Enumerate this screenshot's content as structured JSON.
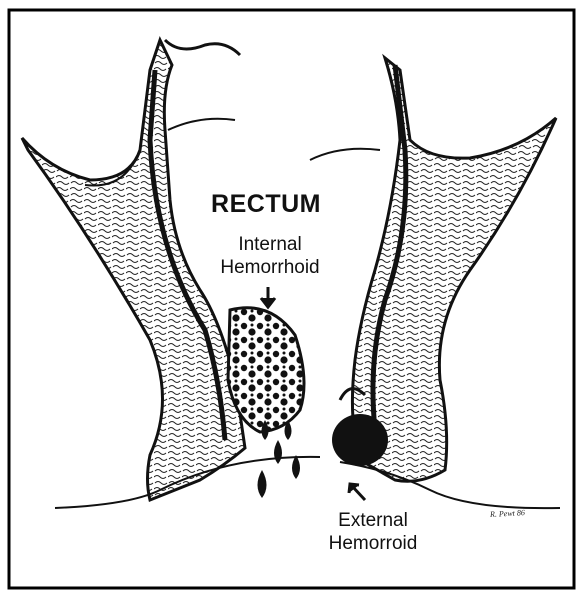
{
  "diagram": {
    "title": "RECTUM",
    "labels": {
      "internal_line1": "Internal",
      "internal_line2": "Hemorrhoid",
      "external_line1": "External",
      "external_line2": "Hemorroid"
    },
    "signature": "R. Pewt 86",
    "colors": {
      "ink": "#111111",
      "background": "#ffffff",
      "border": "#000000"
    }
  }
}
